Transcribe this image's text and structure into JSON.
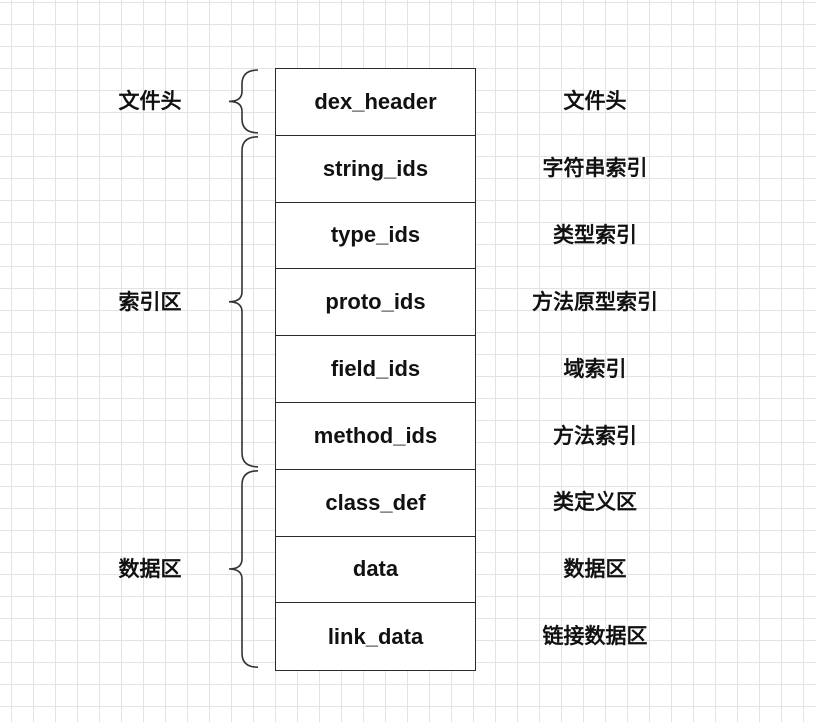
{
  "groups": [
    {
      "label": "文件头",
      "first": 0,
      "last": 0
    },
    {
      "label": "索引区",
      "first": 1,
      "last": 5
    },
    {
      "label": "数据区",
      "first": 6,
      "last": 8
    }
  ],
  "sections": [
    {
      "name": "dex_header",
      "desc": "文件头"
    },
    {
      "name": "string_ids",
      "desc": "字符串索引"
    },
    {
      "name": "type_ids",
      "desc": "类型索引"
    },
    {
      "name": "proto_ids",
      "desc": "方法原型索引"
    },
    {
      "name": "field_ids",
      "desc": "域索引"
    },
    {
      "name": "method_ids",
      "desc": "方法索引"
    },
    {
      "name": "class_def",
      "desc": "类定义区"
    },
    {
      "name": "data",
      "desc": "数据区"
    },
    {
      "name": "link_data",
      "desc": "链接数据区"
    }
  ]
}
